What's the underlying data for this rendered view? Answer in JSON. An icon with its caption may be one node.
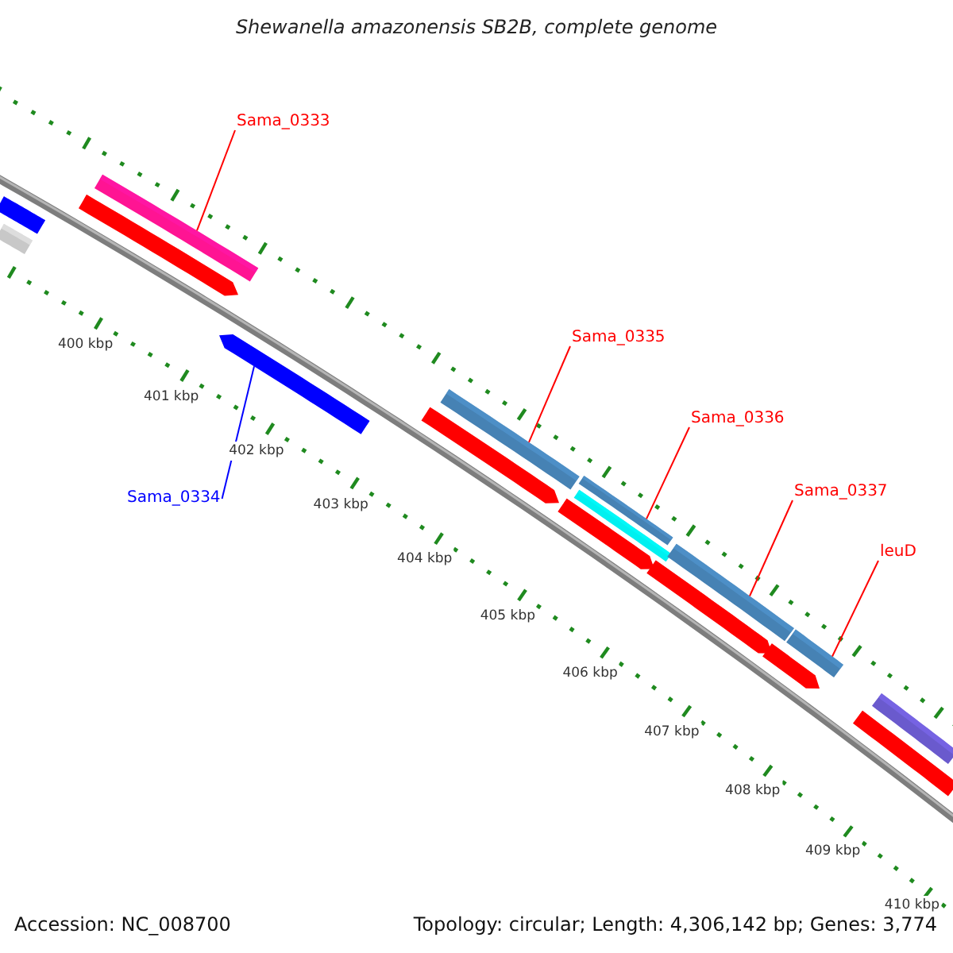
{
  "diagram": {
    "title": "Shewanella amazonensis SB2B, complete genome",
    "nodes": [
      {
        "text": [
          "Sama_0333"
        ]
      },
      {
        "text": [
          "Sama_0335"
        ]
      },
      {
        "text": [
          "Sama_0336"
        ]
      },
      {
        "text": [
          "Sama_0337"
        ]
      },
      {
        "text": [
          "Sama_0334"
        ]
      },
      {
        "text": [
          "leuD"
        ]
      },
      {
        "text": [],
        "shape": "bar"
      },
      {
        "text": [],
        "shape": "bar"
      },
      {
        "text": [],
        "shape": "bar"
      },
      {
        "text": [],
        "shape": "bar"
      },
      {
        "text": [],
        "shape": "bar"
      },
      {
        "text": [],
        "shape": "bar"
      }
    ],
    "edges": [
      {
        "from": 0,
        "to": 6,
        "arrow": "none"
      },
      {
        "from": 1,
        "to": 8,
        "arrow": "none"
      },
      {
        "from": 2,
        "to": 9,
        "arrow": "none"
      },
      {
        "from": 3,
        "to": 10,
        "arrow": "none"
      },
      {
        "from": 4,
        "to": 7,
        "arrow": "none",
        "color": "#0000ff"
      },
      {
        "from": 5,
        "to": 11,
        "arrow": "none"
      }
    ],
    "labels": [
      "400 kbp",
      "401 kbp",
      "402 kbp",
      "403 kbp",
      "404 kbp",
      "405 kbp",
      "406 kbp",
      "407 kbp",
      "408 kbp",
      "409 kbp",
      "410 kbp",
      "Accession: NC_008700",
      "Topology: circular; Length: 4,306,142 bp; Genes: 3,774"
    ]
  }
}
